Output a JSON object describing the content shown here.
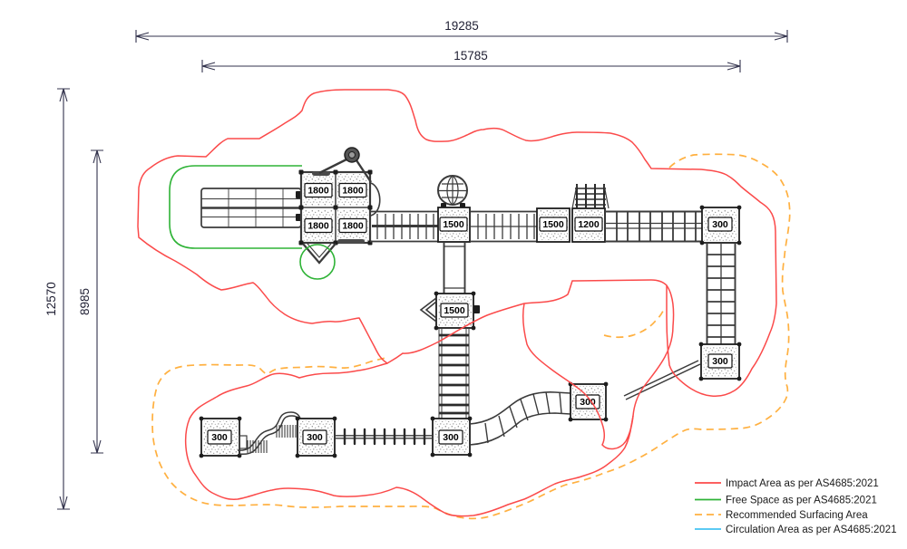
{
  "dimensions": {
    "top_outer": "19285",
    "top_inner": "15785",
    "left_outer": "12570",
    "left_inner": "8985"
  },
  "platforms": [
    {
      "id": "tower-1800-top-left",
      "label": "1800"
    },
    {
      "id": "tower-1800-top-right",
      "label": "1800"
    },
    {
      "id": "tower-1800-bottom-left",
      "label": "1800"
    },
    {
      "id": "tower-1800-bottom-right",
      "label": "1800"
    },
    {
      "id": "deck-1500-top",
      "label": "1500"
    },
    {
      "id": "deck-1500-mid",
      "label": "1500"
    },
    {
      "id": "deck-1200",
      "label": "1200"
    },
    {
      "id": "post-300-top-right",
      "label": "300"
    },
    {
      "id": "post-300-right-lower",
      "label": "300"
    },
    {
      "id": "deck-1500-center",
      "label": "1500"
    },
    {
      "id": "post-300-bottom-center",
      "label": "300"
    },
    {
      "id": "post-300-mid-right",
      "label": "300"
    },
    {
      "id": "post-300-bottom-left-1",
      "label": "300"
    },
    {
      "id": "post-300-bottom-left-2",
      "label": "300"
    }
  ],
  "legend": {
    "items": [
      {
        "label": "Impact Area as per AS4685:2021",
        "style": "solid"
      },
      {
        "label": "Free Space as per AS4685:2021",
        "style": "solid"
      },
      {
        "label": "Recommended Surfacing Area",
        "style": "dashed"
      },
      {
        "label": "Circulation Area as per AS4685:2021",
        "style": "solid"
      }
    ]
  },
  "colors": {
    "impact": "#fb4a4a",
    "free_space": "#2eb336",
    "surfacing": "#ffb040",
    "circulation": "#45c3f2",
    "drawing": "#3b3b3b",
    "dimension": "#33334d"
  }
}
